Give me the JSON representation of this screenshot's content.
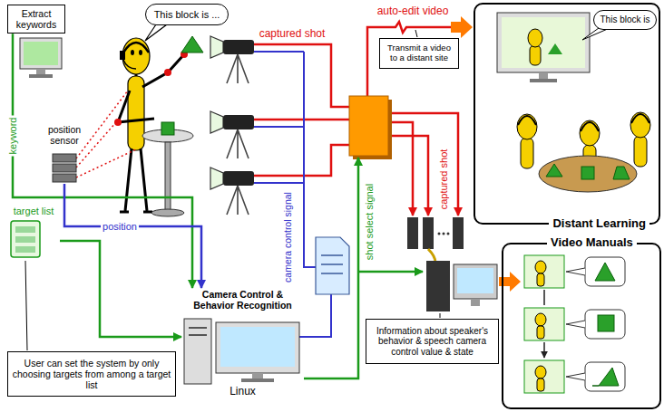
{
  "diagram": {
    "nodes": [
      {
        "text": [
          "Extract keywords"
        ]
      },
      {
        "text": [
          "This block is ..."
        ]
      },
      {
        "text": [
          "position sensor"
        ]
      },
      {
        "text": [
          "target list"
        ]
      },
      {
        "text": [
          "User can set the system by only choosing targets from among a target list"
        ]
      },
      {
        "text": [
          "Camera Control & Behavior Recognition",
          "Linux"
        ]
      },
      {
        "text": [
          "Transmit a video to a distant site"
        ]
      },
      {
        "text": [
          "Distant Learning"
        ]
      },
      {
        "text": [
          "This block is"
        ],
        "in": 7
      },
      {
        "text": [
          "Information about speaker's behavior & speech camera control value & state"
        ]
      },
      {
        "text": [
          "Video Manuals"
        ]
      }
    ],
    "edges": [
      {
        "from": 0,
        "to": 5,
        "label": "keyword",
        "arrow": "to"
      },
      {
        "from": 2,
        "to": 5,
        "label": "position",
        "arrow": "to"
      },
      {
        "from": 3,
        "to": 5,
        "arrow": "to"
      }
    ],
    "labels": [
      "captured shot",
      "camera control signal",
      "shot select signal",
      "auto-edit video",
      "captured shot"
    ]
  }
}
